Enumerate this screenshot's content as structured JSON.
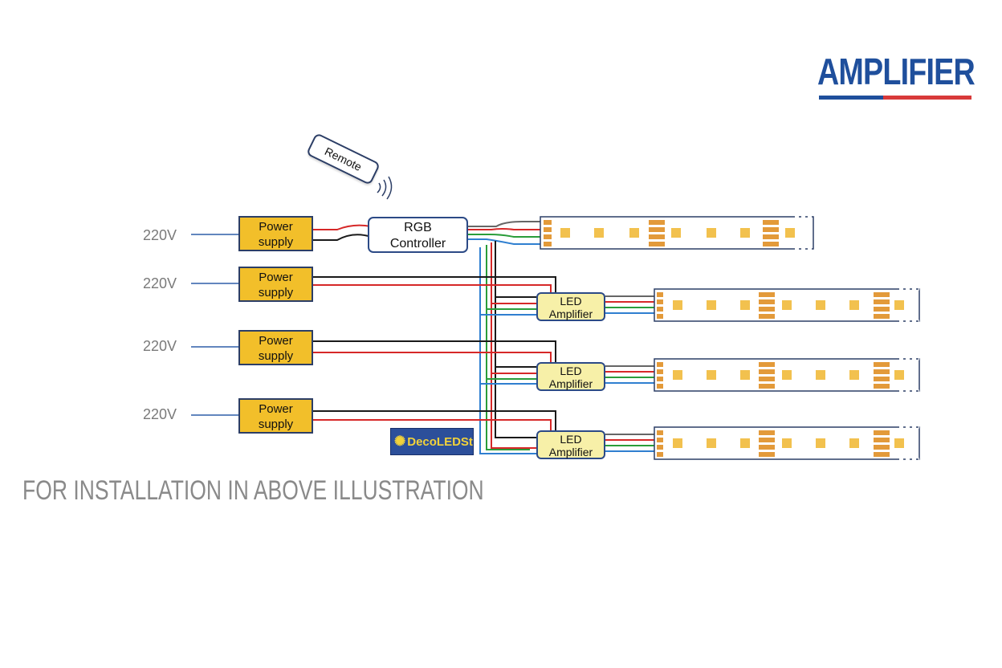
{
  "header": {
    "title": "AMPLIFIER",
    "underline_colors": {
      "left": "#1f4f9c",
      "right": "#d83a3a"
    }
  },
  "footer": {
    "caption": "FOR INSTALLATION IN ABOVE ILLUSTRATION"
  },
  "remote": {
    "label": "Remote"
  },
  "controller": {
    "line1": "RGB",
    "line2": "Controller"
  },
  "power_inputs": [
    {
      "voltage": "220V",
      "psu_line1": "Power",
      "psu_line2": "supply"
    },
    {
      "voltage": "220V",
      "psu_line1": "Power",
      "psu_line2": "supply"
    },
    {
      "voltage": "220V",
      "psu_line1": "Power",
      "psu_line2": "supply"
    },
    {
      "voltage": "220V",
      "psu_line1": "Power",
      "psu_line2": "supply"
    }
  ],
  "amplifiers": [
    {
      "line1": "LED",
      "line2": "Amplifier"
    },
    {
      "line1": "LED",
      "line2": "Amplifier"
    },
    {
      "line1": "LED",
      "line2": "Amplifier"
    }
  ],
  "logo": {
    "text": "DecoLEDStrip"
  },
  "wire_colors": {
    "power_positive": "#d62828",
    "power_negative": "#1a1a1a",
    "red": "#d62828",
    "green": "#2a9d3a",
    "blue": "#2f7fd0",
    "gray": "#666666",
    "psu": "#f2bf2a",
    "amp": "#f7f0a8",
    "led": "#f2c14e",
    "pad": "#e39a3a"
  }
}
